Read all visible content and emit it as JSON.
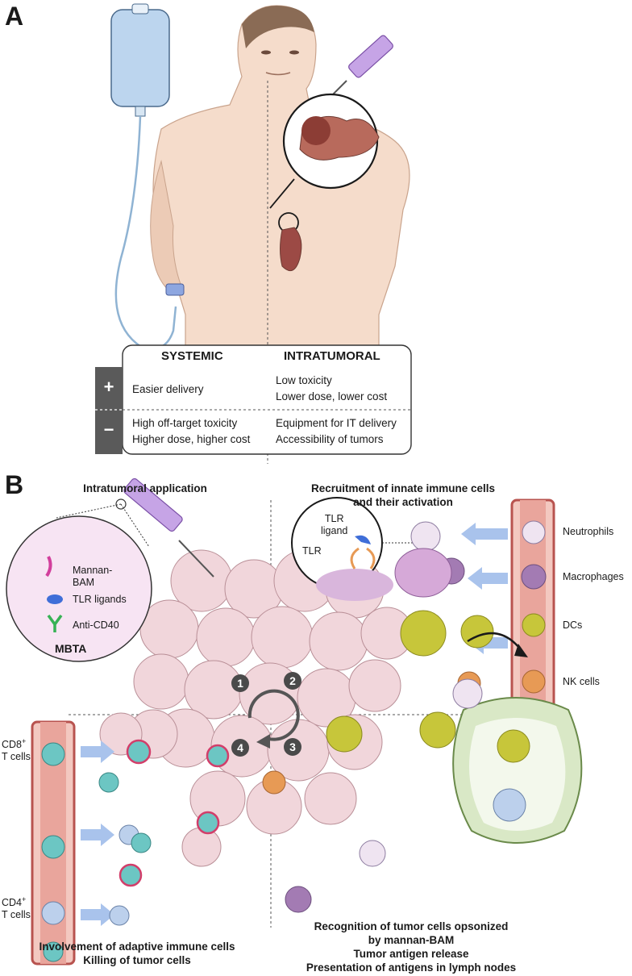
{
  "panel_a": {
    "letter": "A",
    "table": {
      "col_systemic": "SYSTEMIC",
      "col_intratumoral": "INTRATUMORAL",
      "plus_sign": "+",
      "minus_sign": "−",
      "systemic_plus": [
        "Easier delivery"
      ],
      "intratumoral_plus": [
        "Low toxicity",
        "Lower dose, lower cost"
      ],
      "systemic_minus": [
        "High off-target toxicity",
        "Higher dose, higher cost"
      ],
      "intratumoral_minus": [
        "Equipment for IT delivery",
        "Accessibility of tumors"
      ]
    }
  },
  "panel_b": {
    "letter": "B",
    "captions": {
      "top_left": "Intratumoral application",
      "top_right_1": "Recruitment of innate immune cells",
      "top_right_2": "and their activation",
      "bottom_left_1": "Involvement of adaptive immune cells",
      "bottom_left_2": "Killing of tumor cells",
      "bottom_right_1": "Recognition of tumor cells opsonized",
      "bottom_right_2": "by mannan-BAM",
      "bottom_right_3": "Tumor antigen release",
      "bottom_right_4": "Presentation of antigens in lymph nodes"
    },
    "mbta_legend": {
      "mannan_line1": "Mannan-",
      "mannan_line2": "BAM",
      "tlr_ligands": "TLR ligands",
      "anti_cd40": "Anti-CD40",
      "title": "MBTA"
    },
    "tlr_inset": {
      "ligand_line1": "TLR",
      "ligand_line2": "ligand",
      "receptor": "TLR"
    },
    "innate_cells": [
      "Neutrophils",
      "Macrophages",
      "DCs",
      "NK cells"
    ],
    "t_cells": {
      "cd8_main": "CD8",
      "cd8_sup": "+",
      "cd8_sub": "T cells",
      "cd4_main": "CD4",
      "cd4_sup": "+",
      "cd4_sub": "T cells"
    },
    "steps": [
      "1",
      "2",
      "3",
      "4"
    ]
  },
  "colors": {
    "tumor_cell": "#f1d6db",
    "vessel": "#b8534f",
    "dc": "#c7c63a",
    "macrophage": "#a37bb3",
    "nk": "#e79a55",
    "t_cell": "#6cc6c3",
    "syringe": "#a57ad0"
  }
}
